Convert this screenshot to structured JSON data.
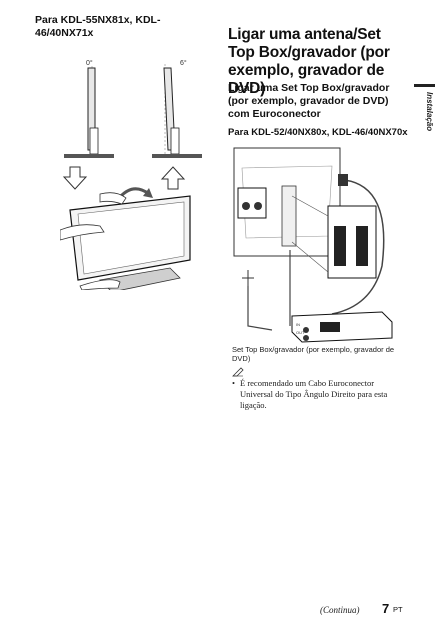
{
  "left": {
    "heading": "Para KDL-55NX81x, KDL-46/40NX71x",
    "angle_left": "0°",
    "angle_right": "6°"
  },
  "right": {
    "title": "Ligar uma antena/Set Top Box/gravador (por exemplo, gravador de DVD)",
    "subheading": "Ligar uma Set Top Box/gravador (por exemplo, gravador de DVD) com Euroconector",
    "model_heading": "Para KDL-52/40NX80x, KDL-46/40NX70x",
    "caption": "Set Top Box/gravador (por exemplo, gravador de DVD)",
    "note_bullet": "•",
    "note_text": "É recomendado um Cabo Euroconector Universal do Tipo Ângulo Direito para esta ligação.",
    "diagram_labels": {
      "in": "IN",
      "out": "OUT"
    }
  },
  "side_tab": {
    "label": "Instalação"
  },
  "footer": {
    "continua": "(Continua)",
    "page_number": "7",
    "lang": "PT"
  },
  "icons": [
    "note-pencil-icon",
    "arrow-down-icon",
    "arrow-up-icon",
    "curved-arrow-icon"
  ]
}
